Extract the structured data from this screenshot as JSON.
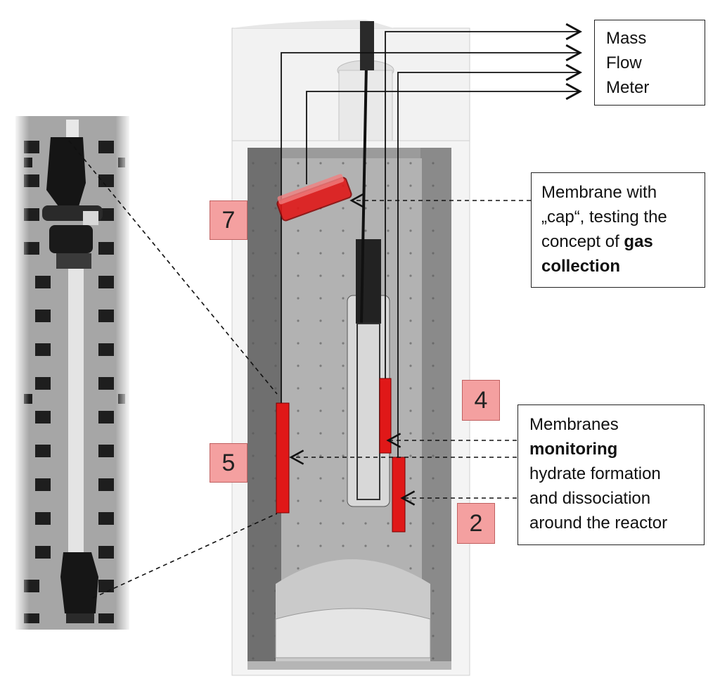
{
  "callouts": {
    "mass_flow_meter": {
      "line1": "Mass",
      "line2": "Flow",
      "line3": "Meter"
    },
    "gas_collection": {
      "line1": "Membrane with",
      "line2": "„cap“, testing the",
      "line3_prefix": "concept of ",
      "line3_bold": "gas",
      "line4_bold": "collection"
    },
    "monitoring": {
      "line1": "Membranes",
      "line2_bold": "monitoring",
      "line3": "hydrate formation",
      "line4": "and dissociation",
      "line5": "around the reactor"
    }
  },
  "labels": {
    "n7": "7",
    "n5": "5",
    "n4": "4",
    "n2": "2"
  },
  "colors": {
    "membrane_red": "#e01818",
    "label_fill": "#f4a0a0",
    "reactor_gray": "#8a8a8a",
    "photo_gray": "#9a9a9a"
  },
  "icons": [
    "arrow-right-icon"
  ]
}
